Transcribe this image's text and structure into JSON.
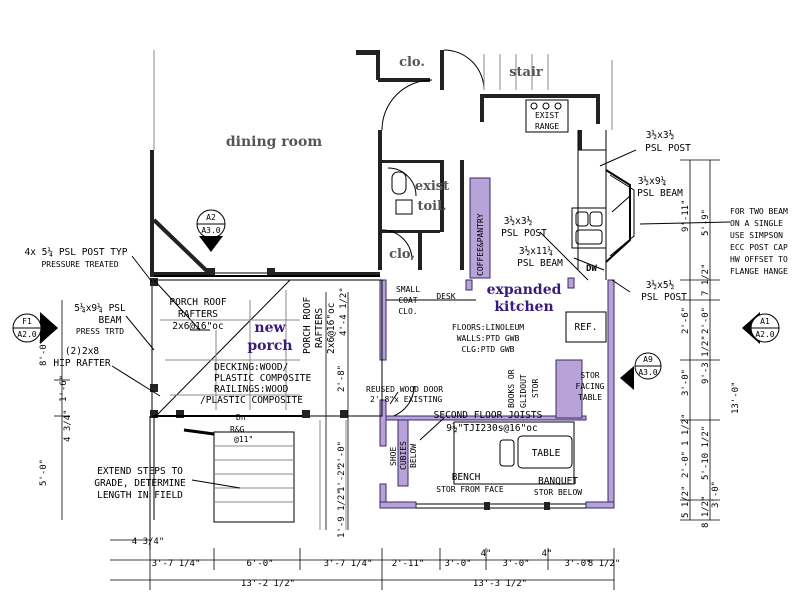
{
  "rooms": {
    "dining": "dining room",
    "stair": "stair",
    "clo_top": "clo.",
    "exist_toil_1": "exist",
    "exist_toil_2": "toil.",
    "clo_mid": "clo.",
    "expanded_1": "expanded",
    "expanded_2": "kitchen",
    "new_porch_1": "new",
    "new_porch_2": "porch"
  },
  "labels": {
    "exist_range_1": "EXIST",
    "exist_range_2": "RANGE",
    "coffee_pantry": "COFFEE&PANTRY",
    "dw": "DW",
    "ref": "REF.",
    "small_coat_1": "SMALL",
    "small_coat_2": "COAT",
    "small_coat_3": "CLO.",
    "desk": "DESK",
    "floors": "FLOORS:LINOLEUM",
    "walls": "WALLS:PTD GWB",
    "clg": "CLG:PTD GWB",
    "books_1": "BOOKS OR",
    "books_2": "GLIDOUT",
    "books_3": "STOR",
    "stor_facing_1": "STOR",
    "stor_facing_2": "FACING",
    "stor_facing_3": "TABLE",
    "reused_door_1": "REUSED WOOD DOOR",
    "reused_door_2": "2'-8\"x EXISTING",
    "second_floor_1": "SECOND FLOOR JOISTS",
    "second_floor_2": "9½\"TJI230s@16\"oc",
    "shoe_1": "SHOE",
    "shoe_2": "CUBIES",
    "shoe_3": "BELOW",
    "table": "TABLE",
    "bench_1": "BENCH",
    "bench_2": "STOR FROM FACE",
    "banquet_1": "BANQUET",
    "banquet_2": "STOR BELOW",
    "porch_roof_1": "PORCH ROOF",
    "porch_roof_2": "RAFTERS",
    "porch_roof_3": "2x6@16\"oc",
    "porch_roof_v1": "PORCH ROOF",
    "porch_roof_v2": "RAFTERS",
    "porch_roof_v3": "2x6@16\"oc",
    "decking_1": "DECKING:WOOD/",
    "decking_2": "PLASTIC COMPOSITE",
    "decking_3": "RAILINGS:WOOD",
    "decking_4": "/PLASTIC COMPOSITE",
    "dn": "Dn",
    "rg": "R&G",
    "rg_at": "@11\"",
    "extend_1": "EXTEND STEPS TO",
    "extend_2": "GRADE, DETERMINE",
    "extend_3": "LENGTH IN FIELD",
    "post_typ_1": "4x 5¼ PSL POST TYP",
    "post_typ_2": "PRESSURE TREATED",
    "beam_l_1": "5¼x9¼ PSL",
    "beam_l_2": "BEAM",
    "beam_l_3": "PRESS TRTD",
    "hip_1": "(2)2x8",
    "hip_2": "HIP RAFTER",
    "psl_post_1a": "3½x3½",
    "psl_post_1b": "PSL POST",
    "psl_beam_1a": "3½x9¼",
    "psl_beam_1b": "PSL BEAM",
    "psl_post_2a": "3½x3½",
    "psl_post_2b": "PSL POST",
    "psl_beam_2a": "3½x11¼",
    "psl_beam_2b": "PSL BEAM",
    "psl_post_3a": "3½x5½",
    "psl_post_3b": "PSL POST",
    "two_beam_1": "FOR TWO BEAM",
    "two_beam_2": "ON A SINGLE",
    "two_beam_3": "USE SIMPSON",
    "two_beam_4": "ECC POST CAP",
    "two_beam_5": "HW OFFSET TO",
    "two_beam_6": "FLANGE HANGE"
  },
  "section_tags": {
    "a2_top": "A2",
    "a2_bot": "A3.0",
    "f1_top": "F1",
    "f1_bot": "A2.0",
    "a1_top": "A1",
    "a1_bot": "A2.0",
    "a9_top": "A9",
    "a9_bot": "A3.0"
  },
  "dimensions": {
    "bottom_1": "3'-7 1/4\"",
    "bottom_2": "6'-0\"",
    "bottom_3": "3'-7 1/4\"",
    "bottom_4": "2'-11\"",
    "bottom_5": "3'-0\"",
    "bottom_6": "4\"",
    "bottom_7": "3'-0\"",
    "bottom_8": "4\"",
    "bottom_9": "3'-0\"",
    "bottom_10": "8 1/2\"",
    "total_left": "13'-2 1/2\"",
    "total_right": "13'-3 1/2\"",
    "step_434": "4 3/4\"",
    "right_1": "9'-11\"",
    "right_2": "5'-9\"",
    "right_3": "7 1/2\"",
    "right_4": "2'-6\"",
    "right_5": "2'-0\"",
    "right_6": "3'-0\"",
    "right_7": "2'-0\"",
    "right_8": "1 1/2\"",
    "right_9": "5'-10 1/2\"",
    "right_10": "3'-0\"",
    "right_11": "5 1/2\"",
    "right_12": "8 1/2\"",
    "right_13": "9'-3 1/2\"",
    "right_14": "13'-0\"",
    "left_1": "8'-0\"",
    "left_2": "1'-6\"",
    "left_3": "4 3/4\"",
    "left_4": "5'-0\"",
    "mid_1": "4'-4 1/2\"",
    "mid_2": "2'-8\"",
    "mid_3": "2'-0\"",
    "mid_4": "1'-2\"",
    "mid_5": "1'-9 1/2\""
  },
  "colors": {
    "new_wall_fill": "#b7a3d8",
    "highlight_text": "#3a1a7a",
    "room_text": "#555555"
  }
}
